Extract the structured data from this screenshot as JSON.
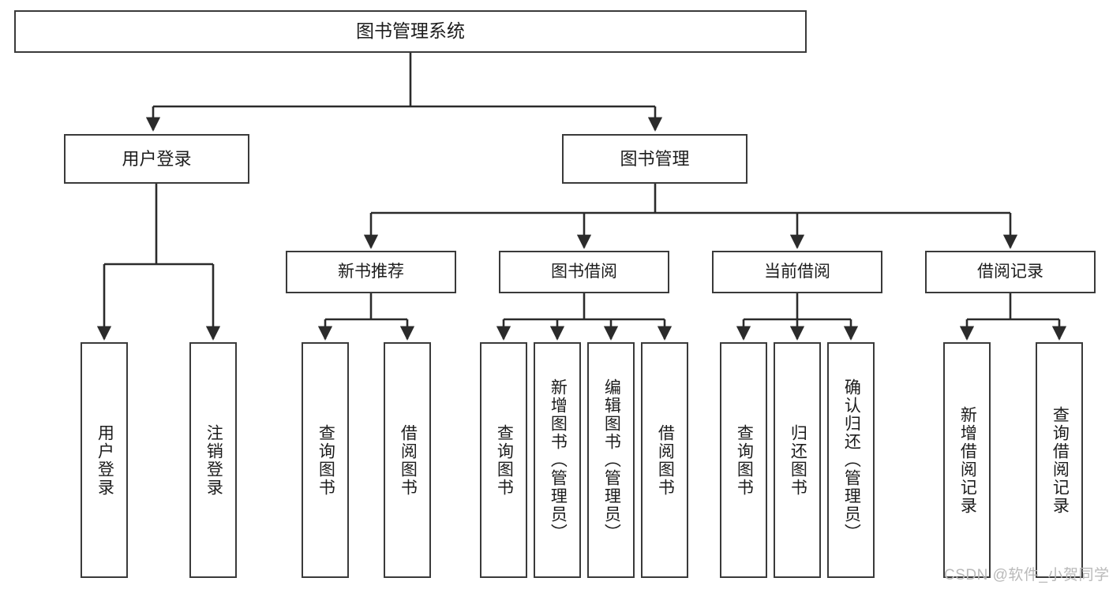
{
  "diagram": {
    "title": "图书管理系统",
    "type": "tree-hierarchy-diagram",
    "watermark": "CSDN @软件_小贺同学",
    "colors": {
      "box_border": "#3a3a3a",
      "box_fill": "#ffffff",
      "connector": "#2b2b2b",
      "text": "#1c1c1c",
      "watermark": "#b9b9b9"
    },
    "root": {
      "label": "图书管理系统"
    },
    "level2": [
      {
        "id": "user-login",
        "label": "用户登录"
      },
      {
        "id": "book-manage",
        "label": "图书管理"
      }
    ],
    "level3": [
      {
        "id": "new-book-recommend",
        "label": "新书推荐"
      },
      {
        "id": "book-borrow",
        "label": "图书借阅"
      },
      {
        "id": "current-borrow",
        "label": "当前借阅"
      },
      {
        "id": "borrow-record",
        "label": "借阅记录"
      }
    ],
    "leaves": {
      "user-login": [
        {
          "id": "leaf-user-login",
          "label": "用户登录"
        },
        {
          "id": "leaf-logout-login",
          "label": "注销登录"
        }
      ],
      "new-book-recommend": [
        {
          "id": "leaf-query-book-1",
          "label": "查询图书"
        },
        {
          "id": "leaf-borrow-book-1",
          "label": "借阅图书"
        }
      ],
      "book-borrow": [
        {
          "id": "leaf-query-book-2",
          "label": "查询图书"
        },
        {
          "id": "leaf-add-book-admin",
          "label": "新增图书（管理员）"
        },
        {
          "id": "leaf-edit-book-admin",
          "label": "编辑图书（管理员）"
        },
        {
          "id": "leaf-borrow-book-2",
          "label": "借阅图书"
        }
      ],
      "current-borrow": [
        {
          "id": "leaf-query-book-3",
          "label": "查询图书"
        },
        {
          "id": "leaf-return-book",
          "label": "归还图书"
        },
        {
          "id": "leaf-confirm-return-admin",
          "label": "确认归还（管理员）"
        }
      ],
      "borrow-record": [
        {
          "id": "leaf-add-borrow-record",
          "label": "新增借阅记录"
        },
        {
          "id": "leaf-query-borrow-record",
          "label": "查询借阅记录"
        }
      ]
    }
  }
}
